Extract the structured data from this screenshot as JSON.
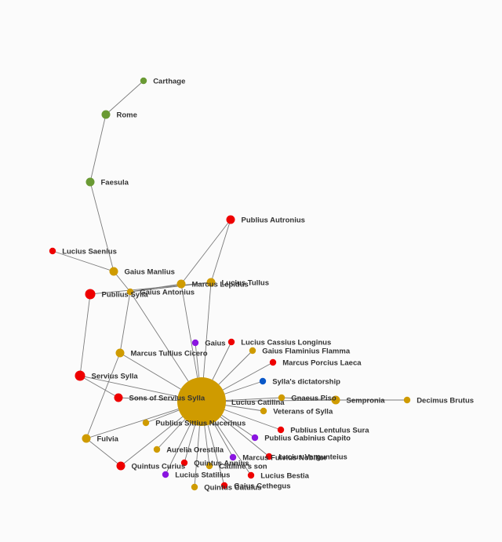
{
  "colors": {
    "gold": "#cf9b00",
    "red": "#ee0000",
    "green": "#6a9a34",
    "purple": "#8a15e0",
    "blue": "#0a58c8",
    "edge": "#7a7a7a"
  },
  "nodes": [
    {
      "id": "catiline",
      "label": "Lucius Catilina",
      "color": "gold",
      "size": "hub"
    },
    {
      "id": "carthage",
      "label": "Carthage",
      "color": "green",
      "size": "small"
    },
    {
      "id": "rome",
      "label": "Rome",
      "color": "green",
      "size": "medium"
    },
    {
      "id": "faesula",
      "label": "Faesula",
      "color": "green",
      "size": "medium"
    },
    {
      "id": "autronius",
      "label": "Publius Autronius",
      "color": "red",
      "size": "medium"
    },
    {
      "id": "saenius",
      "label": "Lucius Saenius",
      "color": "red",
      "size": "small"
    },
    {
      "id": "manlius",
      "label": "Gaius Manlius",
      "color": "gold",
      "size": "medium"
    },
    {
      "id": "pubsylla",
      "label": "Publius Sylla",
      "color": "red",
      "size": "large"
    },
    {
      "id": "antonius",
      "label": "Gaius Antonius",
      "color": "gold",
      "size": "small"
    },
    {
      "id": "lepidus",
      "label": "Marcus Lepidus",
      "color": "gold",
      "size": "medium"
    },
    {
      "id": "tullus",
      "label": "Lucius Tullus",
      "color": "gold",
      "size": "medium"
    },
    {
      "id": "gaius",
      "label": "Gaius",
      "color": "purple",
      "size": "small"
    },
    {
      "id": "longinus",
      "label": "Lucius Cassius Longinus",
      "color": "red",
      "size": "small"
    },
    {
      "id": "flamma",
      "label": "Gaius Flaminius Flamma",
      "color": "gold",
      "size": "small"
    },
    {
      "id": "laeca",
      "label": "Marcus Porcius Laeca",
      "color": "red",
      "size": "small"
    },
    {
      "id": "cicero",
      "label": "Marcus Tullius Cicero",
      "color": "gold",
      "size": "medium"
    },
    {
      "id": "dictatorship",
      "label": "Sylla's dictatorship",
      "color": "blue",
      "size": "small"
    },
    {
      "id": "servius",
      "label": "Servius Sylla",
      "color": "red",
      "size": "large"
    },
    {
      "id": "sons",
      "label": "Sons of Servius Sylla",
      "color": "red",
      "size": "medium"
    },
    {
      "id": "piso",
      "label": "Gnaeus Piso",
      "color": "gold",
      "size": "small"
    },
    {
      "id": "sempronia",
      "label": "Sempronia",
      "color": "gold",
      "size": "medium"
    },
    {
      "id": "brutus",
      "label": "Decimus Brutus",
      "color": "gold",
      "size": "small"
    },
    {
      "id": "veterans",
      "label": "Veterans of Sylla",
      "color": "gold",
      "size": "small"
    },
    {
      "id": "nucerinus",
      "label": "Publius Sittius Nucerinus",
      "color": "gold",
      "size": "small"
    },
    {
      "id": "sura",
      "label": "Publius Lentulus Sura",
      "color": "red",
      "size": "small"
    },
    {
      "id": "fulvia",
      "label": "Fulvia",
      "color": "gold",
      "size": "medium"
    },
    {
      "id": "capito",
      "label": "Publius Gabinius Capito",
      "color": "purple",
      "size": "small"
    },
    {
      "id": "orestilla",
      "label": "Aurelia Orestilla",
      "color": "gold",
      "size": "small"
    },
    {
      "id": "nobilior",
      "label": "Marcus Fulvius Nobilior",
      "color": "purple",
      "size": "small"
    },
    {
      "id": "vargunteius",
      "label": "Lucius Vargunteius",
      "color": "red",
      "size": "small"
    },
    {
      "id": "annius",
      "label": "Quintus Annius",
      "color": "red",
      "size": "small"
    },
    {
      "id": "curius",
      "label": "Quintus Curius",
      "color": "red",
      "size": "medium"
    },
    {
      "id": "son",
      "label": "Catiline's son",
      "color": "gold",
      "size": "small"
    },
    {
      "id": "statilius",
      "label": "Lucius Statilius",
      "color": "purple",
      "size": "small"
    },
    {
      "id": "bestia",
      "label": "Lucius Bestia",
      "color": "red",
      "size": "small"
    },
    {
      "id": "cato",
      "label": "Quintus Catulus",
      "color": "gold",
      "size": "small"
    },
    {
      "id": "cethegus",
      "label": "Gaius Cethegus",
      "color": "red",
      "size": "small"
    }
  ],
  "edges": [
    [
      "carthage",
      "rome"
    ],
    [
      "rome",
      "faesula"
    ],
    [
      "faesula",
      "manlius"
    ],
    [
      "saenius",
      "manlius"
    ],
    [
      "manlius",
      "antonius"
    ],
    [
      "autronius",
      "lepidus"
    ],
    [
      "autronius",
      "tullus"
    ],
    [
      "antonius",
      "lepidus"
    ],
    [
      "antonius",
      "tullus"
    ],
    [
      "pubsylla",
      "tullus"
    ],
    [
      "pubsylla",
      "servius"
    ],
    [
      "antonius",
      "cicero"
    ],
    [
      "antonius",
      "catiline"
    ],
    [
      "lepidus",
      "catiline"
    ],
    [
      "tullus",
      "catiline"
    ],
    [
      "cicero",
      "fulvia"
    ],
    [
      "servius",
      "sons"
    ],
    [
      "servius",
      "catiline"
    ],
    [
      "piso",
      "sempronia"
    ],
    [
      "sempronia",
      "brutus"
    ],
    [
      "fulvia",
      "curius"
    ],
    [
      "catiline",
      "gaius"
    ],
    [
      "catiline",
      "longinus"
    ],
    [
      "catiline",
      "flamma"
    ],
    [
      "catiline",
      "laeca"
    ],
    [
      "catiline",
      "cicero"
    ],
    [
      "catiline",
      "dictatorship"
    ],
    [
      "catiline",
      "sons"
    ],
    [
      "catiline",
      "piso"
    ],
    [
      "catiline",
      "veterans"
    ],
    [
      "catiline",
      "nucerinus"
    ],
    [
      "catiline",
      "sura"
    ],
    [
      "catiline",
      "fulvia"
    ],
    [
      "catiline",
      "capito"
    ],
    [
      "catiline",
      "orestilla"
    ],
    [
      "catiline",
      "nobilior"
    ],
    [
      "catiline",
      "vargunteius"
    ],
    [
      "catiline",
      "annius"
    ],
    [
      "catiline",
      "curius"
    ],
    [
      "catiline",
      "son"
    ],
    [
      "catiline",
      "statilius"
    ],
    [
      "catiline",
      "bestia"
    ],
    [
      "catiline",
      "cato"
    ],
    [
      "catiline",
      "cethegus"
    ],
    [
      "catiline",
      "sempronia"
    ]
  ]
}
